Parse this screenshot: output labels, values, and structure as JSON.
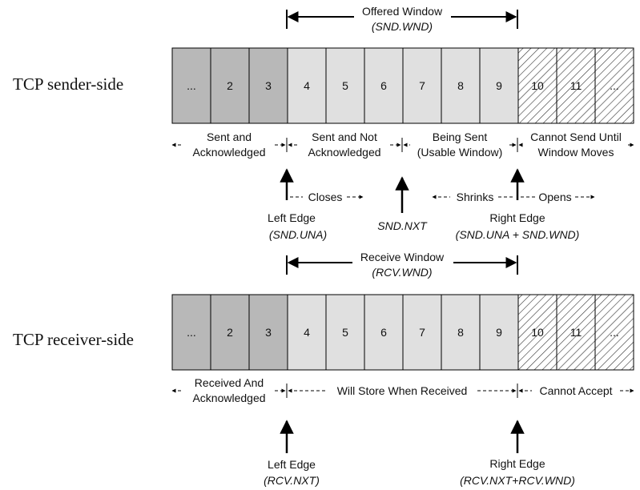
{
  "colors": {
    "dark_cell": "#b8b8b8",
    "light_cell": "#e0e0e0",
    "hatched_bg": "#ffffff",
    "stroke": "#000000"
  },
  "sender": {
    "side_label": "TCP sender-side",
    "window_label": "Offered Window",
    "window_var": "(SND.WND)",
    "cells": [
      {
        "label": "...",
        "type": "dark"
      },
      {
        "label": "2",
        "type": "dark"
      },
      {
        "label": "3",
        "type": "dark"
      },
      {
        "label": "4",
        "type": "light"
      },
      {
        "label": "5",
        "type": "light"
      },
      {
        "label": "6",
        "type": "light"
      },
      {
        "label": "7",
        "type": "light"
      },
      {
        "label": "8",
        "type": "light"
      },
      {
        "label": "9",
        "type": "light"
      },
      {
        "label": "10",
        "type": "hatched"
      },
      {
        "label": "11",
        "type": "hatched"
      },
      {
        "label": "...",
        "type": "hatched"
      }
    ],
    "regions": [
      {
        "line1": "Sent and",
        "line2": "Acknowledged"
      },
      {
        "line1": "Sent and Not",
        "line2": "Acknowledged"
      },
      {
        "line1": "Being Sent",
        "line2": "(Usable Window)"
      },
      {
        "line1": "Cannot Send Until",
        "line2": "Window Moves"
      }
    ],
    "closes": "Closes",
    "shrinks": "Shrinks",
    "opens": "Opens",
    "left_edge": "Left Edge",
    "left_edge_var": "(SND.UNA)",
    "nxt": "SND.NXT",
    "right_edge": "Right Edge",
    "right_edge_var": "(SND.UNA + SND.WND)"
  },
  "receiver": {
    "side_label": "TCP receiver-side",
    "window_label": "Receive Window",
    "window_var": "(RCV.WND)",
    "cells": [
      {
        "label": "...",
        "type": "dark"
      },
      {
        "label": "2",
        "type": "dark"
      },
      {
        "label": "3",
        "type": "dark"
      },
      {
        "label": "4",
        "type": "light"
      },
      {
        "label": "5",
        "type": "light"
      },
      {
        "label": "6",
        "type": "light"
      },
      {
        "label": "7",
        "type": "light"
      },
      {
        "label": "8",
        "type": "light"
      },
      {
        "label": "9",
        "type": "light"
      },
      {
        "label": "10",
        "type": "hatched"
      },
      {
        "label": "11",
        "type": "hatched"
      },
      {
        "label": "...",
        "type": "hatched"
      }
    ],
    "regions": [
      {
        "line1": "Received And",
        "line2": "Acknowledged"
      },
      {
        "line1": "Will Store When Received"
      },
      {
        "line1": "Cannot Accept"
      }
    ],
    "left_edge": "Left Edge",
    "left_edge_var": "(RCV.NXT)",
    "right_edge": "Right Edge",
    "right_edge_var": "(RCV.NXT+RCV.WND)"
  }
}
